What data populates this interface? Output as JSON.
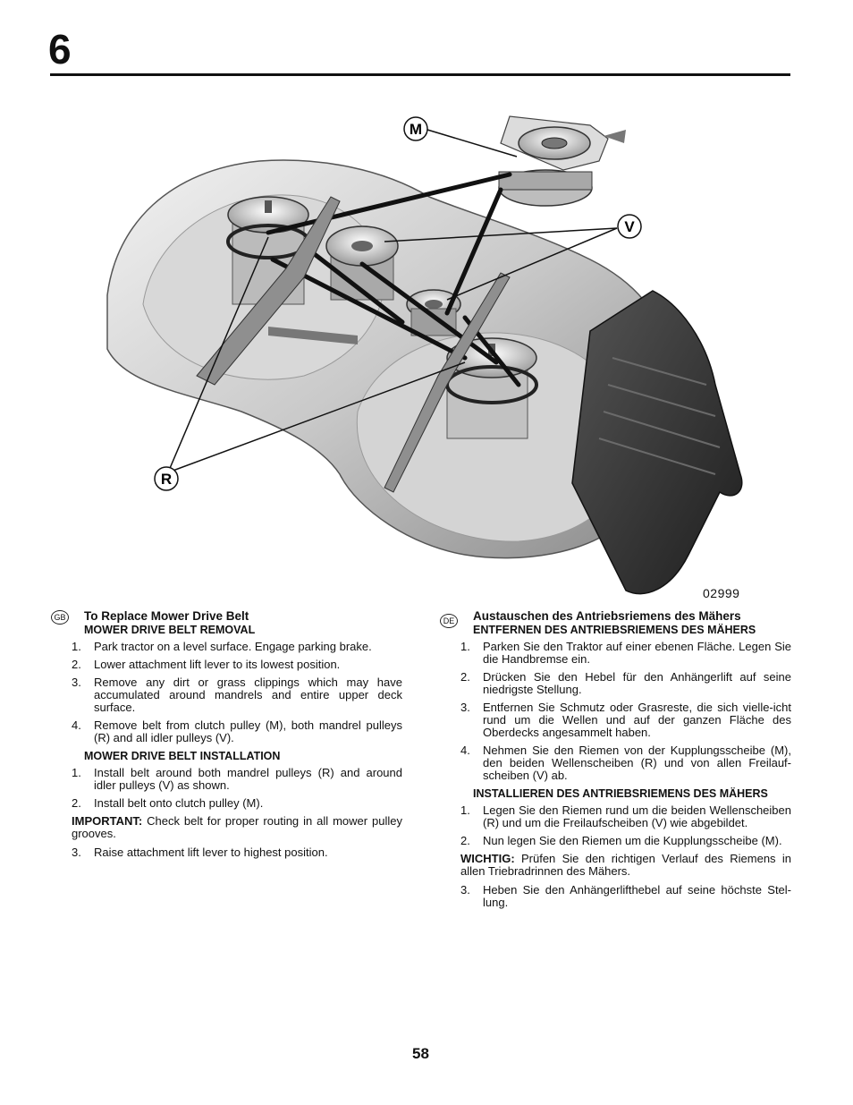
{
  "header": {
    "chapter": "6"
  },
  "figure": {
    "code": "02999",
    "labels": {
      "m": "M",
      "v": "V",
      "r": "R"
    }
  },
  "gb": {
    "lang": "GB",
    "title": "To Replace Mower Drive Belt",
    "removal_heading": "MOWER DRIVE BELT REMOVAL",
    "removal_steps": [
      {
        "num": "1.",
        "text": "Park tractor on a level surface. Engage parking brake."
      },
      {
        "num": "2.",
        "text": "Lower attachment lift lever to its lowest position."
      },
      {
        "num": "3.",
        "text": "Remove any dirt or grass clippings which may have accumulated around mandrels and entire upper deck surface."
      },
      {
        "num": "4.",
        "text": "Remove belt from clutch pulley (M), both mandrel pulleys (R) and all idler pulleys (V)."
      }
    ],
    "install_heading": "MOWER DRIVE BELT INSTALLATION",
    "install_steps": [
      {
        "num": "1.",
        "text": "Install belt around both mandrel pulleys (R) and around idler pulleys (V) as shown."
      },
      {
        "num": "2.",
        "text": "Install belt onto clutch pulley (M)."
      }
    ],
    "important_label": "IMPORTANT:",
    "important_text": " Check belt for proper routing in all mower pulley grooves.",
    "final_step": {
      "num": "3.",
      "text": "Raise attachment lift lever to highest position."
    }
  },
  "de": {
    "lang": "DE",
    "title": "Austauschen des Antriebsriemens des Mähers",
    "removal_heading": "ENTFERNEN DES ANTRIEBSRIEMENS DES MÄHERS",
    "removal_steps": [
      {
        "num": "1.",
        "text": "Parken Sie den Traktor auf einer ebenen Fläche. Legen Sie die Handbremse ein."
      },
      {
        "num": "2.",
        "text": "Drücken Sie den Hebel für den Anhängerlift auf seine niedrigste Stellung."
      },
      {
        "num": "3.",
        "text": "Entfernen Sie Schmutz oder Grasreste, die sich vielle-icht rund um die Wellen und auf der ganzen Fläche des Oberdecks angesammelt haben."
      },
      {
        "num": "4.",
        "text": "Nehmen Sie den Riemen von der Kupplungsscheibe (M), den beiden Wellenscheiben (R) und von allen Freilauf-scheiben (V) ab."
      }
    ],
    "install_heading": "INSTALLIEREN DES ANTRIEBSRIEMENS DES MÄHERS",
    "install_steps": [
      {
        "num": "1.",
        "text": "Legen Sie den Riemen rund um die beiden Wellenscheiben (R) und um die Freilaufscheiben (V) wie abgebildet."
      },
      {
        "num": "2.",
        "text": "Nun legen Sie den Riemen um die Kupplungsscheibe (M)."
      }
    ],
    "important_label": "WICHTIG:",
    "important_text": " Prüfen Sie den richtigen Verlauf des Riemens in allen Triebradrinnen des Mähers.",
    "final_step": {
      "num": "3.",
      "text": "Heben Sie den Anhängerlifthebel auf seine höchste Stel-lung."
    }
  },
  "footer": {
    "page_number": "58"
  }
}
